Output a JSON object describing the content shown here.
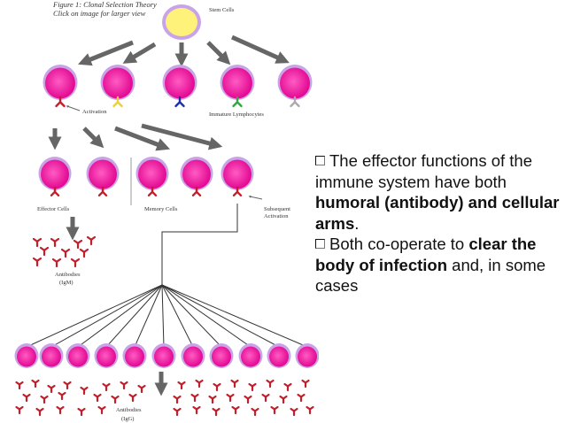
{
  "figure": {
    "title_line1": "Figure 1: Clonal Selection Theory",
    "title_line2": "Click on image for larger view",
    "labels": {
      "stem_cells": "Stem Cells",
      "activation": "Activation",
      "immature_lymphocytes": "Immature Lymphocytes",
      "effector_cells": "Effector Cells",
      "memory_cells": "Memory Cells",
      "subsequent_activation_1": "Subsequent",
      "subsequent_activation_2": "Activation",
      "antibodies_igm_1": "Antibodies",
      "antibodies_igm_2": "(IgM)",
      "antibodies_igg_1": "Antibodies",
      "antibodies_igg_2": "(IgG)"
    },
    "colors": {
      "cell_fill": "#ff1fa8",
      "cell_rim": "#c9a3e8",
      "stem_fill": "#fff27a",
      "arrow": "#666666",
      "antibody": "#c41e2a",
      "receptor_red": "#c41e2a",
      "receptor_yellow": "#e8d23a",
      "receptor_blue": "#1c2fa8",
      "receptor_green": "#2ea83a",
      "receptor_grey": "#aaaaaa"
    }
  },
  "text": {
    "bullet1_a": "The effector functions of the immune system have both ",
    "bullet1_b": "humoral (antibody) and cellular arms",
    "bullet1_c": ".",
    "bullet2_a": "Both co-operate to ",
    "bullet2_b": "clear the body of infection",
    "bullet2_c": " and, in some cases"
  }
}
